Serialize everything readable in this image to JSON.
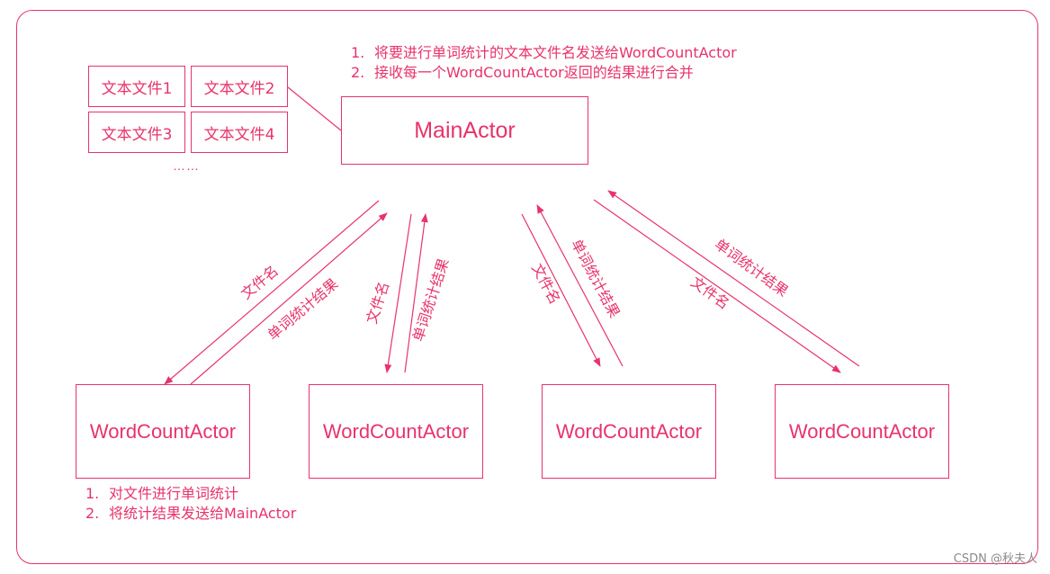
{
  "colors": {
    "accent": "#e8336b",
    "background": "#ffffff",
    "watermark": "#8a8a8a"
  },
  "files": [
    "文本文件1",
    "文本文件2",
    "文本文件3",
    "文本文件4"
  ],
  "files_ellipsis": "……",
  "main_actor": {
    "label": "MainActor",
    "notes": [
      {
        "num": "1.",
        "text": "将要进行单词统计的文本文件名发送给WordCountActor"
      },
      {
        "num": "2.",
        "text": "接收每一个WordCountActor返回的结果进行合并"
      }
    ]
  },
  "workers": [
    "WordCountActor",
    "WordCountActor",
    "WordCountActor",
    "WordCountActor"
  ],
  "worker_notes": [
    {
      "num": "1.",
      "text": "对文件进行单词统计"
    },
    {
      "num": "2.",
      "text": "将统计结果发送给MainActor"
    }
  ],
  "arrows": {
    "to_worker_label": "文件名",
    "to_main_label": "单词统计结果"
  },
  "watermark": "CSDN @秋夫人"
}
